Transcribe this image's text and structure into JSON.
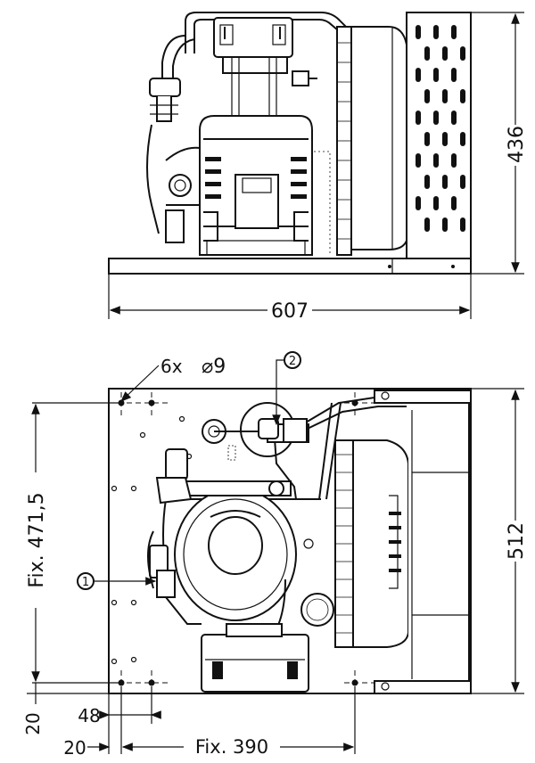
{
  "side_view": {
    "height_label": "436",
    "width_label": "607"
  },
  "top_view": {
    "holes_label": "6x",
    "holes_diameter": "⌀9",
    "callout_1": "1",
    "callout_2": "2",
    "depth_label": "512",
    "fix_vertical_label": "Fix. 471,5",
    "dim_48": "48",
    "dim_20_left": "20",
    "dim_20_bottom": "20",
    "fix_horizontal_label": "Fix. 390"
  }
}
